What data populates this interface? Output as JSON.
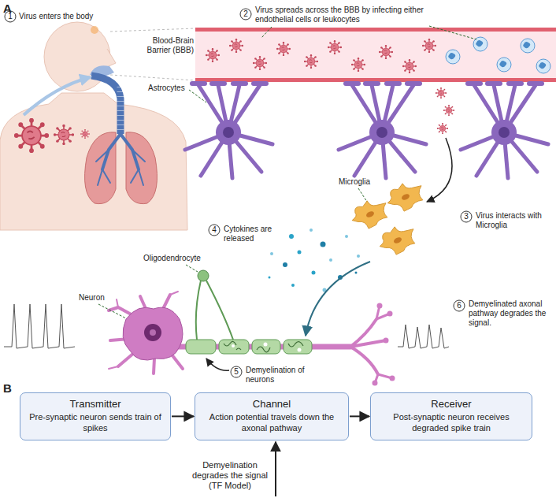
{
  "diagram": {
    "nodes": [
      {
        "text": [
          "Transmitter",
          "Pre-synaptic neuron sends train of spikes"
        ]
      },
      {
        "text": [
          "Channel",
          "Action potential travels down the axonal pathway"
        ]
      },
      {
        "text": [
          "Receiver",
          "Post-synaptic neuron receives degraded spike train"
        ]
      }
    ],
    "edges": [
      {
        "from": 0,
        "to": 1,
        "arrow": "to"
      },
      {
        "from": 1,
        "to": 2,
        "arrow": "to"
      }
    ],
    "labels": [
      "A",
      "1",
      "Virus enters the body",
      "Blood-Brain Barrier (BBB)",
      "2",
      "Virus spreads across the BBB by infecting either endothelial cells or leukocytes",
      "Astrocytes",
      "Microglia",
      "3",
      "Virus interacts with Microglia",
      "4",
      "Cytokines are released",
      "Neuron",
      "Oligodendrocyte",
      "5",
      "Demyelination of neurons",
      "6",
      "Demyelinated axonal pathway degrades the signal.",
      "B",
      "Demyelination degrades the signal (TF Model)"
    ]
  }
}
